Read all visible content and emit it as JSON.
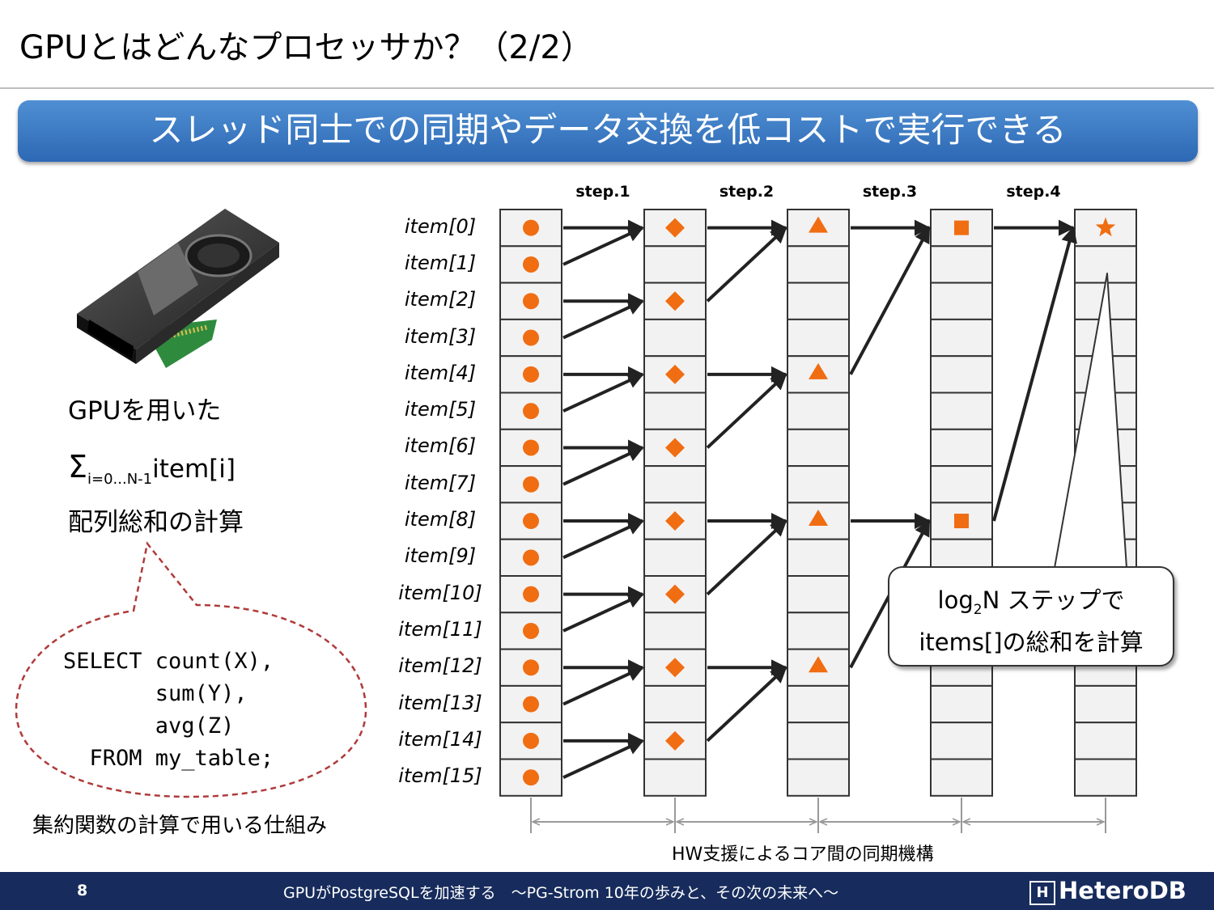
{
  "slide": {
    "title": "GPUとはどんなプロセッサか？（2/2）",
    "banner": "スレッド同士での同期やデータ交換を低コストで実行できる"
  },
  "left": {
    "caption_line1": "GPUを用いた",
    "sigma_symbol": "Σ",
    "sigma_subscript": "i=0...N-1",
    "sigma_term": "item[i]",
    "caption_line3": "配列総和の計算",
    "sql_lines": [
      "SELECT count(X),",
      "       sum(Y),",
      "       avg(Z)",
      "  FROM my_table;"
    ],
    "mechanism_caption": "集約関数の計算で用いる仕組み"
  },
  "diagram": {
    "items": [
      "item[0]",
      "item[1]",
      "item[2]",
      "item[3]",
      "item[4]",
      "item[5]",
      "item[6]",
      "item[7]",
      "item[8]",
      "item[9]",
      "item[10]",
      "item[11]",
      "item[12]",
      "item[13]",
      "item[14]",
      "item[15]"
    ],
    "steps": [
      "step.1",
      "step.2",
      "step.3",
      "step.4"
    ],
    "marker_color": "#f06d12",
    "columns": [
      {
        "marker": "circle",
        "filled_rows": [
          0,
          1,
          2,
          3,
          4,
          5,
          6,
          7,
          8,
          9,
          10,
          11,
          12,
          13,
          14,
          15
        ]
      },
      {
        "marker": "diamond",
        "filled_rows": [
          0,
          2,
          4,
          6,
          8,
          10,
          12,
          14
        ]
      },
      {
        "marker": "triangle",
        "filled_rows": [
          0,
          4,
          8,
          12
        ]
      },
      {
        "marker": "square",
        "filled_rows": [
          0,
          8
        ]
      },
      {
        "marker": "star",
        "filled_rows": [
          0
        ]
      }
    ],
    "callout_line1_prefix": "log",
    "callout_line1_sub": "2",
    "callout_line1_rest": "N ステップで",
    "callout_line2": "items[]の総和を計算",
    "hw_label": "HW支援によるコア間の同期機構"
  },
  "footer": {
    "page_number": "8",
    "subtitle": "GPUがPostgreSQLを加速する　～PG-Strom 10年の歩みと、その次の未来へ～",
    "brand_mark": "H",
    "brand": "HeteroDB",
    "background": "#172c5c"
  }
}
